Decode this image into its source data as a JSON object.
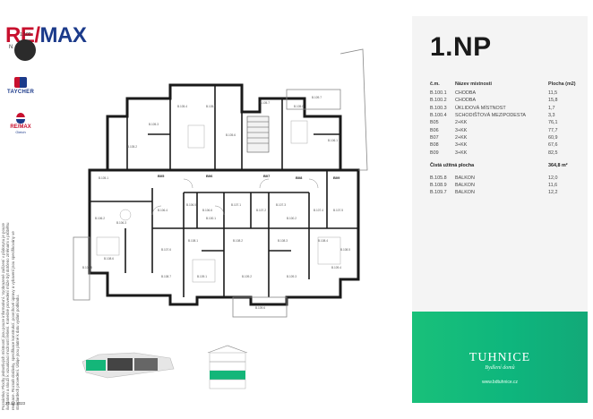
{
  "branding": {
    "remax_red": "RE/",
    "remax_blue": "MAX",
    "scale_text": "1:100",
    "north_letter": "N",
    "taycher": "TAYCHER",
    "remax_small": "RE/MAX",
    "remax_small_sub": "Gleich",
    "colors": {
      "remax_red": "#c8102e",
      "remax_blue": "#1b3a8a",
      "accent_green": "#19c07a",
      "panel_bg": "#f4f4f4"
    }
  },
  "disclaimer": "Poznámka: Plochy jednotlivých místností jsou pouze informativní. Vyobrazené zařízení v půdorysu je pouze ilustrativní a slouží k vizualizaci možností řešení. Konečné provedení může být dotčeno změnami v průběhu realizace. Rozsah dodávky, specifikace konstrukcí, povrchové úpravy a vybavení jsou specifikovány ve standardech provedení. Údaje jsou platné k datu vydání podkladu.",
  "date": "22.12.2023",
  "panel": {
    "title": "1.NP",
    "headers": {
      "number": "č.m.",
      "name": "Název místnosti",
      "area": "Plocha (m2)"
    },
    "rooms": [
      {
        "number": "B.100.1",
        "name": "CHODBA",
        "area": "11,5"
      },
      {
        "number": "B.100.2",
        "name": "CHODBA",
        "area": "15,8"
      },
      {
        "number": "B.100.3",
        "name": "ÚKLIDOVÁ MÍSTNOST",
        "area": "1,7"
      },
      {
        "number": "B.100.4",
        "name": "SCHODIŠŤOVÁ MEZIPODESTA",
        "area": "3,3"
      },
      {
        "number": "B05",
        "name": "2+KK",
        "area": "76,1"
      },
      {
        "number": "B06",
        "name": "3+KK",
        "area": "77,7"
      },
      {
        "number": "B07",
        "name": "2+KK",
        "area": "60,9"
      },
      {
        "number": "B08",
        "name": "3+KK",
        "area": "67,6"
      },
      {
        "number": "B09",
        "name": "3+KK",
        "area": "82,5"
      }
    ],
    "total": {
      "label": "Čistá užitná plocha",
      "value": "364,8 m²"
    },
    "balconies": [
      {
        "number": "B.105.8",
        "name": "BALKON",
        "area": "12,0"
      },
      {
        "number": "B.108.9",
        "name": "BALKON",
        "area": "11,6"
      },
      {
        "number": "B.109.7",
        "name": "BALKON",
        "area": "12,2"
      }
    ]
  },
  "brand": {
    "name": "TUHNICE",
    "subtitle": "Bydlení domů",
    "website": "www.bdtuhnice.cz"
  },
  "plan_labels": {
    "apartments": [
      "B05",
      "B06",
      "B07",
      "B08",
      "B09"
    ],
    "corridor": "B.100.1",
    "corridor2": "B.100.2",
    "rooms": [
      "B.105.1",
      "B.105.2",
      "B.105.3",
      "B.105.4",
      "B.105.5",
      "B.105.6",
      "B.105.7",
      "B.105.8",
      "B.106.1",
      "B.106.2",
      "B.106.3",
      "B.106.4",
      "B.106.5",
      "B.106.6",
      "B.107.1",
      "B.107.2",
      "B.107.3",
      "B.107.4",
      "B.107.5",
      "B.107.6",
      "B.108.1",
      "B.108.2",
      "B.108.3",
      "B.108.4",
      "B.108.5",
      "B.108.6",
      "B.108.7",
      "B.109.1",
      "B.109.2",
      "B.109.3",
      "B.109.4",
      "B.109.5",
      "B.109.6",
      "B.109.7"
    ]
  }
}
